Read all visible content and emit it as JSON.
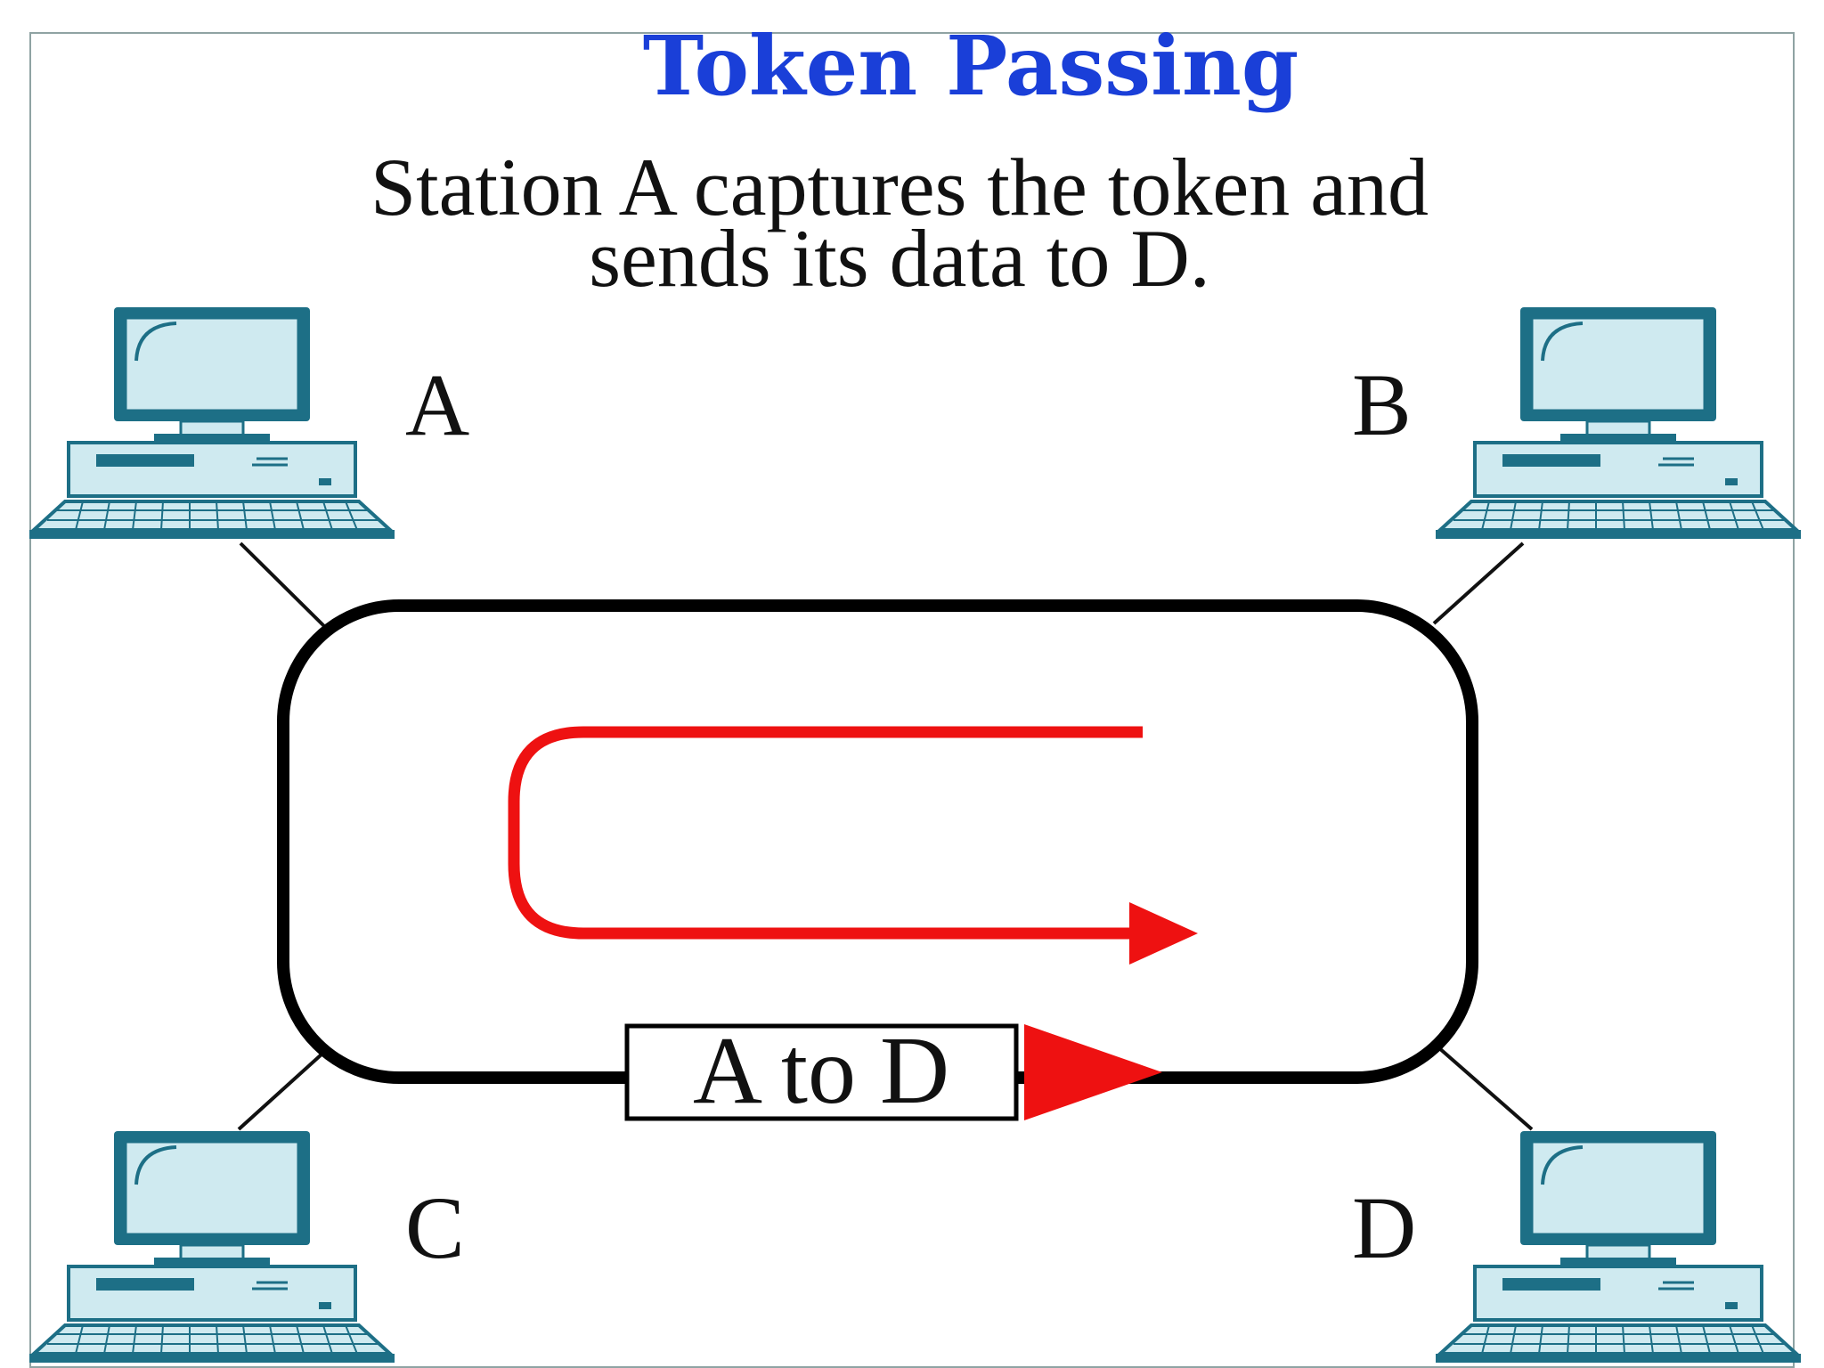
{
  "title": "Token Passing",
  "caption": {
    "line1": "Station A captures the token and",
    "line2": "sends its data to D."
  },
  "stations": [
    {
      "id": "A",
      "label": "A"
    },
    {
      "id": "B",
      "label": "B"
    },
    {
      "id": "C",
      "label": "C"
    },
    {
      "id": "D",
      "label": "D"
    }
  ],
  "frame": {
    "label": "A to D"
  },
  "colors": {
    "title": "#1a3fd8",
    "ring": "#000000",
    "arrow": "#ee1111",
    "computer_fill": "#cfeaf0",
    "computer_stroke": "#1d6f86"
  },
  "icons": [
    "computer-icon",
    "curved-arrow-icon",
    "direction-triangle-icon"
  ]
}
